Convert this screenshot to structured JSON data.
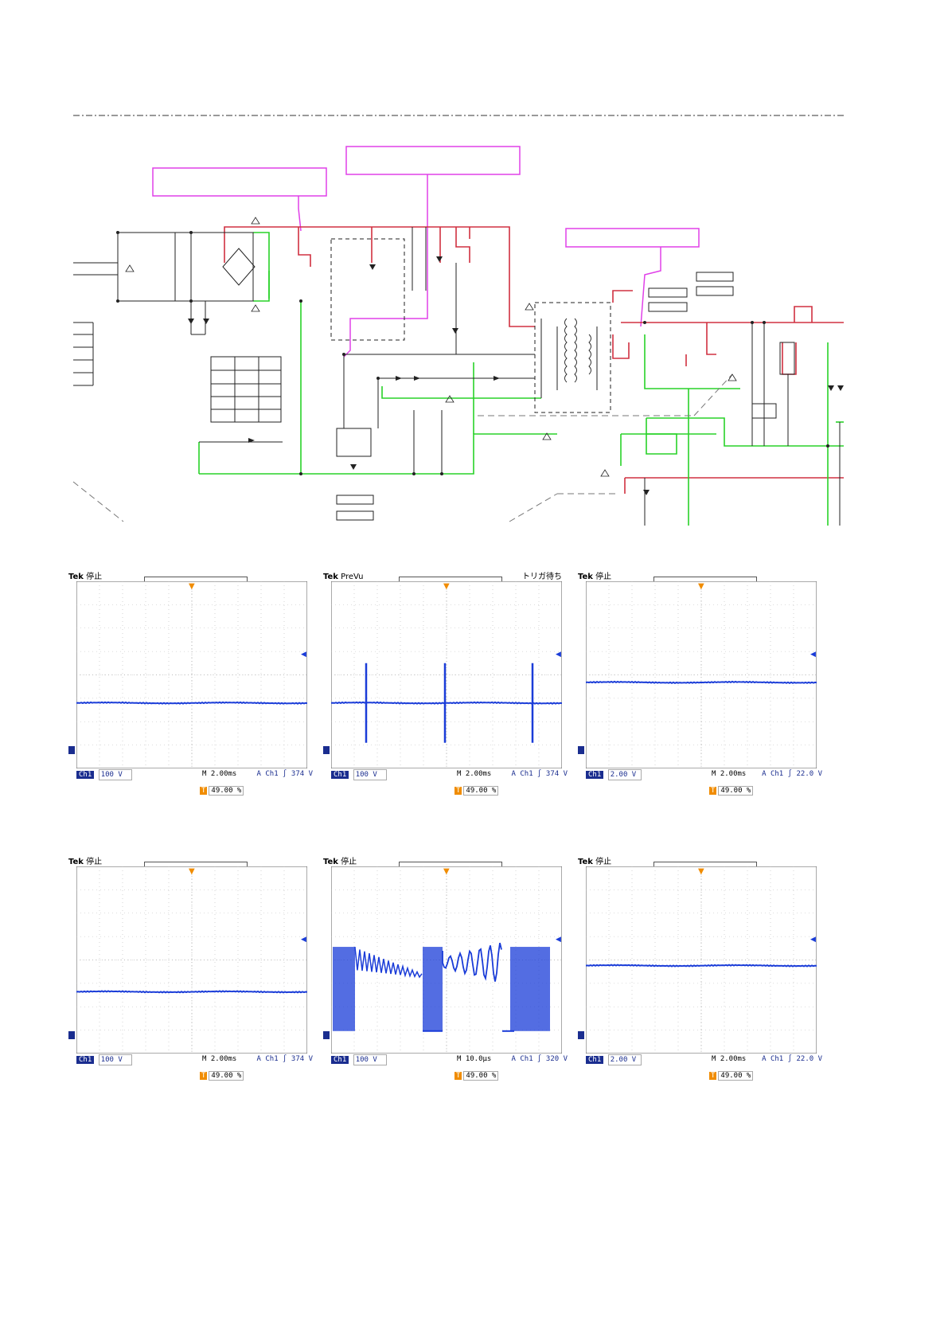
{
  "colors": {
    "primary_line": "#d03040",
    "return_line": "#28d228",
    "callout": "#e040e8",
    "trace": "#1a3cd8",
    "scope_blue": "#1a2d8f",
    "trigger": "#f08c00"
  },
  "scopes": [
    {
      "id": "scope1",
      "brand": "Tek",
      "mode": "停止",
      "extra": "",
      "ch": "Ch1",
      "volts": "100 V",
      "time": "M 2.00ms",
      "trig_src": "A  Ch1  ∫",
      "trig_level": "374 V",
      "trig_pos": "49.00 %",
      "waveform": "flat",
      "level": 0.65
    },
    {
      "id": "scope2",
      "brand": "Tek",
      "mode": "PreVu",
      "extra": "トリガ待ち",
      "ch": "Ch1",
      "volts": "100 V",
      "time": "M 2.00ms",
      "trig_src": "A  Ch1  ∫",
      "trig_level": "374 V",
      "trig_pos": "49.00 %",
      "waveform": "spikes",
      "level": 0.65
    },
    {
      "id": "scope3",
      "brand": "Tek",
      "mode": "停止",
      "extra": "",
      "ch": "Ch1",
      "volts": "2.00 V",
      "time": "M 2.00ms",
      "trig_src": "A  Ch1  ∫",
      "trig_level": "22.0 V",
      "trig_pos": "49.00 %",
      "waveform": "flat",
      "level": 0.54
    },
    {
      "id": "scope4",
      "brand": "Tek",
      "mode": "停止",
      "extra": "",
      "ch": "Ch1",
      "volts": "100 V",
      "time": "M 2.00ms",
      "trig_src": "A  Ch1  ∫",
      "trig_level": "374 V",
      "trig_pos": "49.00 %",
      "waveform": "flat",
      "level": 0.67
    },
    {
      "id": "scope5",
      "brand": "Tek",
      "mode": "停止",
      "extra": "",
      "ch": "Ch1",
      "volts": "100 V",
      "time": "M 10.0µs",
      "trig_src": "A  Ch1  ∫",
      "trig_level": "320 V",
      "trig_pos": "49.00 %",
      "waveform": "switching",
      "level": 0.5
    },
    {
      "id": "scope6",
      "brand": "Tek",
      "mode": "停止",
      "extra": "",
      "ch": "Ch1",
      "volts": "2.00 V",
      "time": "M 2.00ms",
      "trig_src": "A  Ch1  ∫",
      "trig_level": "22.0 V",
      "trig_pos": "49.00 %",
      "waveform": "flat",
      "level": 0.53
    }
  ]
}
